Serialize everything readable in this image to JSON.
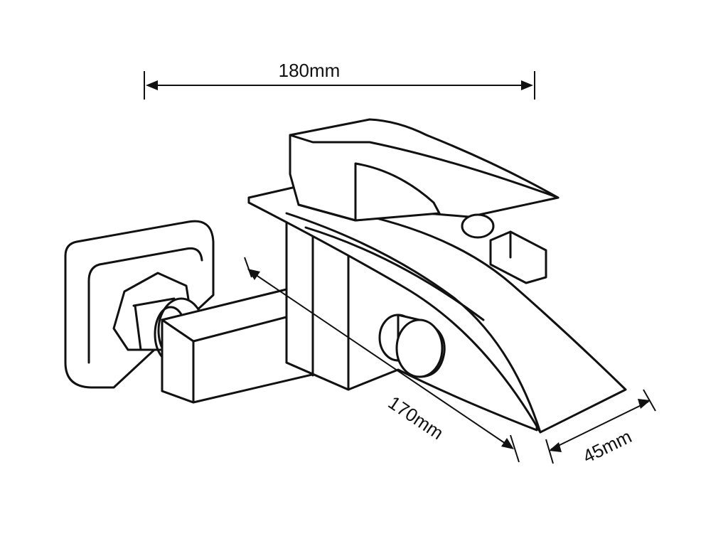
{
  "dimensions": {
    "width_label": "180mm",
    "depth_label": "170mm",
    "spout_label": "45mm"
  },
  "colors": {
    "line": "#111111",
    "background": "#ffffff"
  }
}
